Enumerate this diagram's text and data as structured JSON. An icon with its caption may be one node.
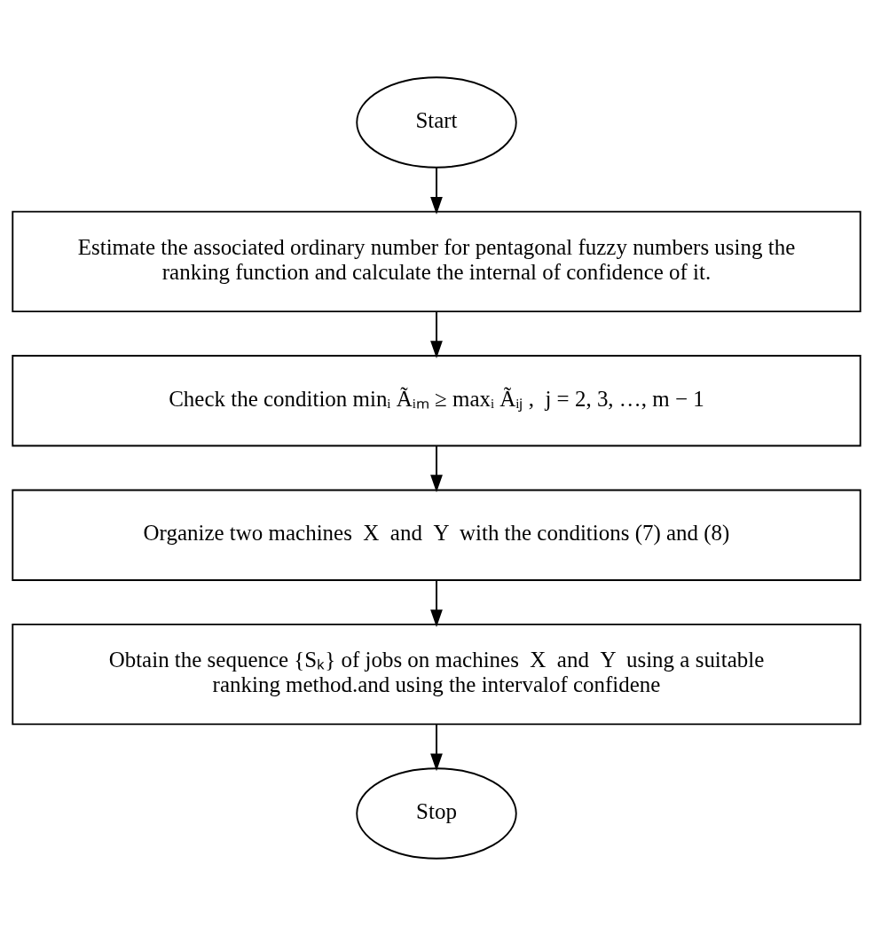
{
  "diagram": {
    "nodes": [
      {
        "text": [
          "Start"
        ]
      },
      {
        "text": [
          "Estimate the associated ordinary number for pentagonal fuzzy numbers using the ranking function and calculate the internal of confidence of it."
        ]
      },
      {
        "text": [
          "Check the condition minᵢ Ãᵢₘ ≥ maxᵢ Ãᵢⱼ ,  j = 2, 3, …, m − 1"
        ]
      },
      {
        "text": [
          "Organize two machines  X  and  Y  with the conditions (7) and (8)"
        ]
      },
      {
        "text": [
          "Obtain the sequence {Sₖ} of jobs on machines  X  and  Y  using a suitable ranking method.and using the intervalof confidene"
        ]
      },
      {
        "text": [
          "Stop"
        ]
      }
    ],
    "edges": [
      {
        "from": 0,
        "to": 1,
        "arrow": "to"
      },
      {
        "from": 1,
        "to": 2,
        "arrow": "to"
      },
      {
        "from": 2,
        "to": 3,
        "arrow": "to"
      },
      {
        "from": 3,
        "to": 4,
        "arrow": "to"
      },
      {
        "from": 4,
        "to": 5,
        "arrow": "to"
      }
    ]
  }
}
